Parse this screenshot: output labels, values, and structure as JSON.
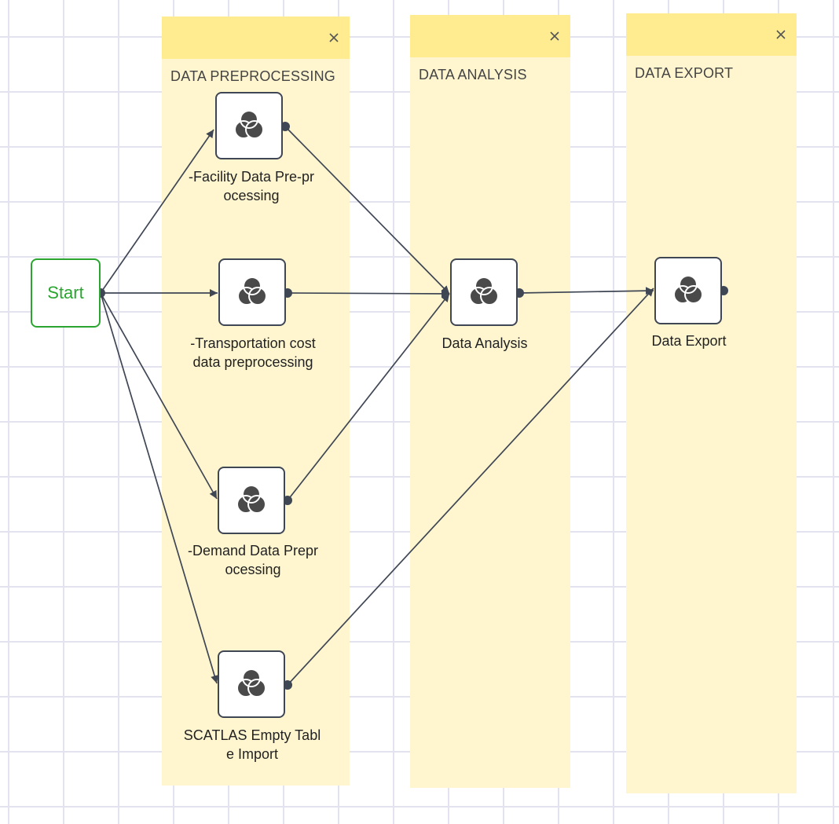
{
  "lanes": [
    {
      "title": "DATA PREPROCESSING",
      "close_icon": "close-icon"
    },
    {
      "title": "DATA ANALYSIS",
      "close_icon": "close-icon"
    },
    {
      "title": "DATA EXPORT",
      "close_icon": "close-icon"
    }
  ],
  "start": {
    "label": "Start"
  },
  "nodes": [
    {
      "id": "facility",
      "label_line1": "-Facility Data Pre-pr",
      "label_line2": "ocessing",
      "icon": "three-circles-icon"
    },
    {
      "id": "transport",
      "label_line1": "-Transportation cost",
      "label_line2": "data preprocessing",
      "icon": "three-circles-icon"
    },
    {
      "id": "demand",
      "label_line1": "-Demand Data Prepr",
      "label_line2": "ocessing",
      "icon": "three-circles-icon"
    },
    {
      "id": "scatlas",
      "label_line1": "SCATLAS Empty Tabl",
      "label_line2": "e Import",
      "icon": "three-circles-icon"
    },
    {
      "id": "analysis",
      "label_line1": "Data Analysis",
      "label_line2": "",
      "icon": "three-circles-icon"
    },
    {
      "id": "export",
      "label_line1": "Data Export",
      "label_line2": "",
      "icon": "three-circles-icon"
    }
  ],
  "edges": [
    {
      "from": "Start",
      "to": "-Facility Data Pre-processing"
    },
    {
      "from": "Start",
      "to": "-Transportation cost data preprocessing"
    },
    {
      "from": "Start",
      "to": "-Demand Data Preprocessing"
    },
    {
      "from": "Start",
      "to": "SCATLAS Empty Table Import"
    },
    {
      "from": "-Facility Data Pre-processing",
      "to": "Data Analysis"
    },
    {
      "from": "-Transportation cost data preprocessing",
      "to": "Data Analysis"
    },
    {
      "from": "-Demand Data Preprocessing",
      "to": "Data Analysis"
    },
    {
      "from": "SCATLAS Empty Table Import",
      "to": "Data Export"
    },
    {
      "from": "Data Analysis",
      "to": "Data Export"
    }
  ],
  "colors": {
    "lane_bg": "#fff6d0",
    "lane_header": "#ffec91",
    "edge": "#3f4654",
    "start_green": "#2aa630"
  }
}
